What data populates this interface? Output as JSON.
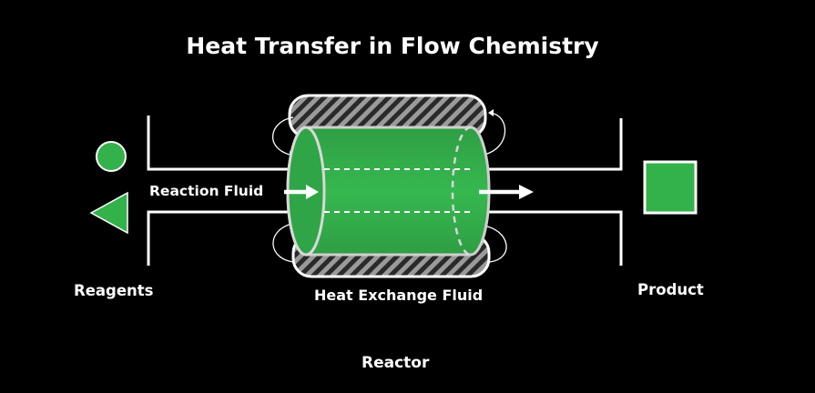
{
  "title": "Heat Transfer in Flow Chemistry",
  "labels": {
    "reaction_fluid": "Reaction Fluid",
    "reagents": "Reagents",
    "heat_exchange_fluid": "Heat Exchange Fluid",
    "product": "Product",
    "reactor": "Reactor"
  },
  "colors": {
    "background": "#000000",
    "green": "#33b14b",
    "outline": "#ffffff",
    "jacket_stripe": "#9a9a9a",
    "jacket_gap": "#2a2a2a"
  },
  "icons": {
    "reagent_a": "circle",
    "reagent_b": "triangle",
    "product": "square"
  }
}
